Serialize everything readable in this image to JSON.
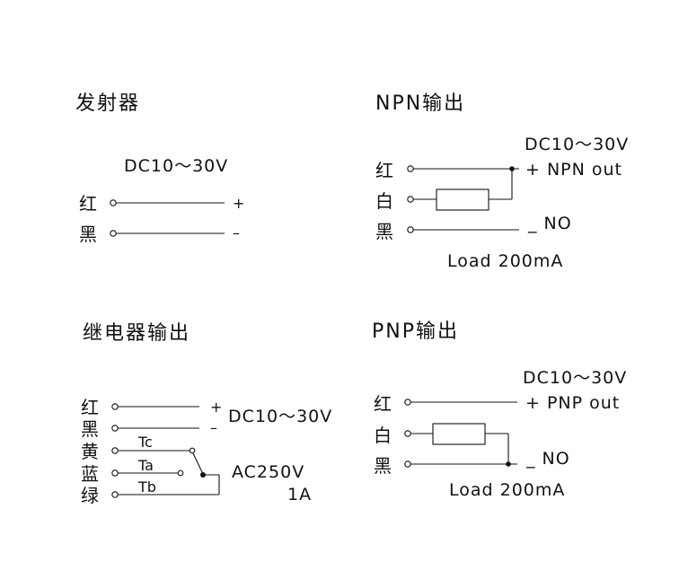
{
  "emitter": {
    "title": "发射器",
    "voltage": "DC10～30V",
    "wire_red": "红",
    "wire_black": "黑",
    "plus": "+",
    "minus": "–"
  },
  "npn": {
    "title": "NPN输出",
    "voltage": "DC10～30V",
    "wire_red": "红",
    "wire_white": "白",
    "wire_black": "黑",
    "out_label": "+ NPN out",
    "no_label": "_ NO",
    "load": "Load  200mA"
  },
  "relay": {
    "title": "继电器输出",
    "wire_red": "红",
    "wire_black": "黑",
    "wire_yellow": "黄",
    "wire_blue": "蓝",
    "wire_green": "绿",
    "plus": "+",
    "minus": "–",
    "voltage": "DC10～30V",
    "tc": "Tc",
    "ta": "Ta",
    "tb": "Tb",
    "contact_rating": "AC250V",
    "current": "1A"
  },
  "pnp": {
    "title": "PNP输出",
    "voltage": "DC10～30V",
    "wire_red": "红",
    "wire_white": "白",
    "wire_black": "黑",
    "out_label": "+ PNP out",
    "no_label": "_ NO",
    "load": "Load  200mA"
  }
}
